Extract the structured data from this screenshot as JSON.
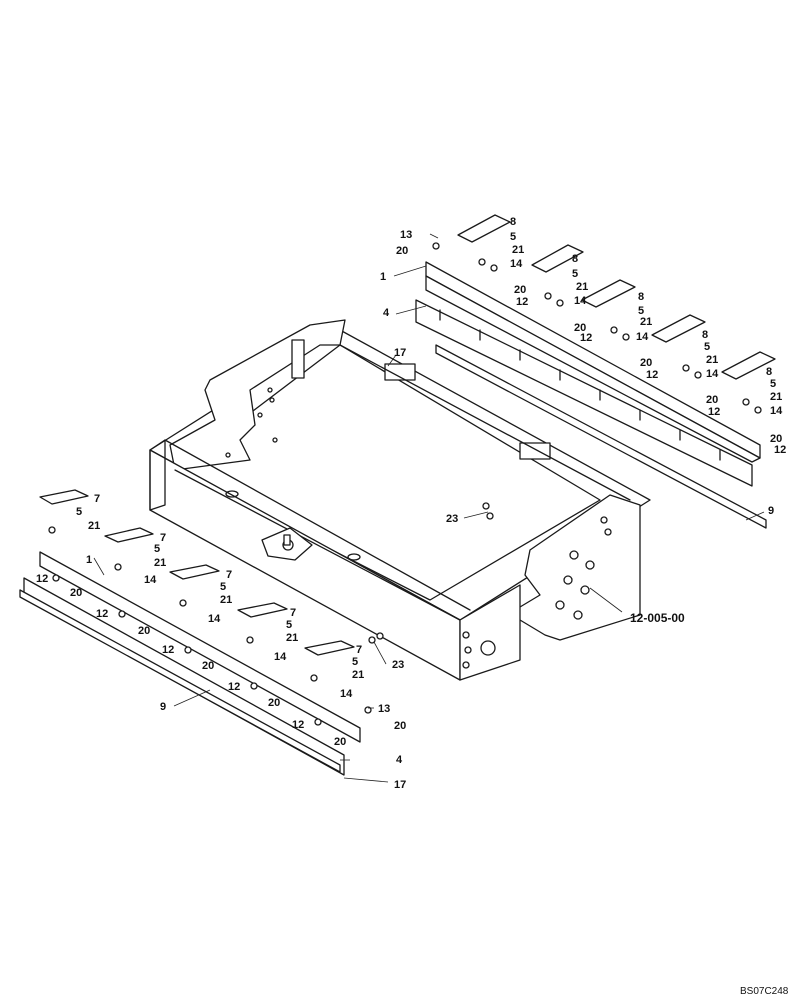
{
  "callouts": {
    "c1": "1",
    "c4": "4",
    "c5": "5",
    "c7": "7",
    "c8": "8",
    "c9": "9",
    "c12": "12",
    "c13": "13",
    "c14": "14",
    "c17": "17",
    "c20": "20",
    "c21": "21",
    "c23": "23"
  },
  "reference": "12-005-00",
  "footer_code": "BS07C248"
}
